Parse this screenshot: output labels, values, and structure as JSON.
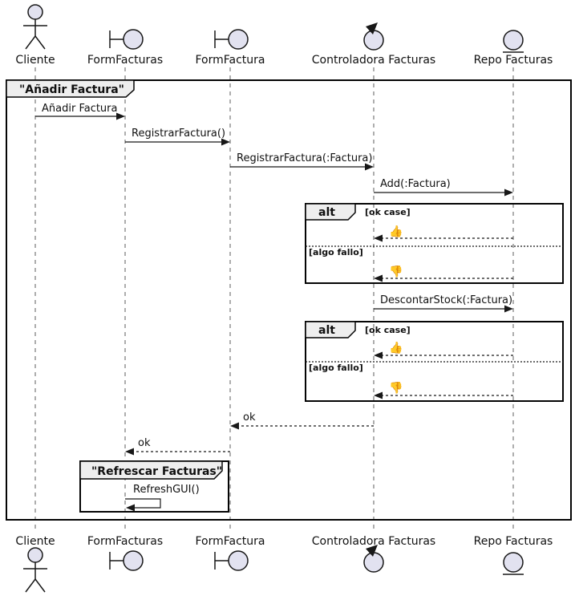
{
  "diagram_frame": {
    "title": "\"Añadir Factura\""
  },
  "participants": [
    {
      "name": "Cliente",
      "type": "actor"
    },
    {
      "name": "FormFacturas",
      "type": "boundary"
    },
    {
      "name": "FormFactura",
      "type": "boundary"
    },
    {
      "name": "Controladora Facturas",
      "type": "control"
    },
    {
      "name": "Repo Facturas",
      "type": "entity"
    }
  ],
  "messages": [
    {
      "label": "Añadir Factura",
      "from": "Cliente",
      "to": "FormFacturas",
      "kind": "call"
    },
    {
      "label": "RegistrarFactura()",
      "from": "FormFacturas",
      "to": "FormFactura",
      "kind": "call"
    },
    {
      "label": "RegistrarFactura(:Factura)",
      "from": "FormFactura",
      "to": "Controladora Facturas",
      "kind": "call"
    },
    {
      "label": "Add(:Factura)",
      "from": "Controladora Facturas",
      "to": "Repo Facturas",
      "kind": "call"
    },
    {
      "label": "👍",
      "from": "Repo Facturas",
      "to": "Controladora Facturas",
      "kind": "return"
    },
    {
      "label": "👎",
      "from": "Repo Facturas",
      "to": "Controladora Facturas",
      "kind": "return"
    },
    {
      "label": "DescontarStock(:Factura)",
      "from": "Controladora Facturas",
      "to": "Repo Facturas",
      "kind": "call"
    },
    {
      "label": "👍",
      "from": "Repo Facturas",
      "to": "Controladora Facturas",
      "kind": "return"
    },
    {
      "label": "👎",
      "from": "Repo Facturas",
      "to": "Controladora Facturas",
      "kind": "return"
    },
    {
      "label": "ok",
      "from": "Controladora Facturas",
      "to": "FormFactura",
      "kind": "return"
    },
    {
      "label": "ok",
      "from": "FormFactura",
      "to": "FormFacturas",
      "kind": "return"
    },
    {
      "label": "RefreshGUI()",
      "from": "FormFacturas",
      "to": "FormFacturas",
      "kind": "self"
    }
  ],
  "fragments": [
    {
      "operator": "alt",
      "guards": [
        "[ok case]",
        "[algo fallo]"
      ]
    },
    {
      "operator": "alt",
      "guards": [
        "[ok case]",
        "[algo fallo]"
      ]
    }
  ],
  "inner_frame": {
    "title": "\"Refrescar Facturas\""
  },
  "colors": {
    "participant_fill": "#E2E2F0",
    "frame_label_bg": "#EEEEEE",
    "stroke": "#181818",
    "background": "#FFFFFF"
  }
}
